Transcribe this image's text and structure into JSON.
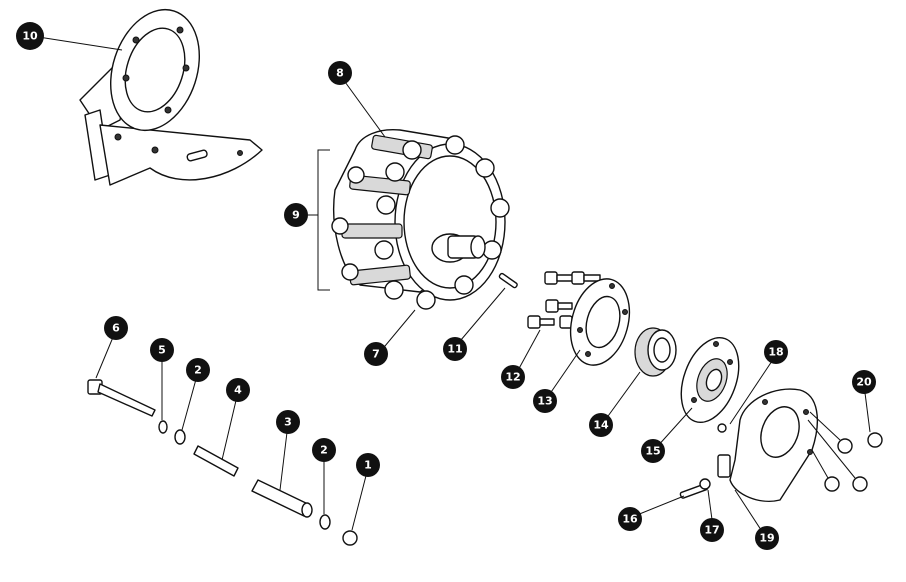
{
  "diagram": {
    "callouts": [
      {
        "id": "c1",
        "label": "1"
      },
      {
        "id": "c2a",
        "label": "2"
      },
      {
        "id": "c2b",
        "label": "2"
      },
      {
        "id": "c3",
        "label": "3"
      },
      {
        "id": "c4",
        "label": "4"
      },
      {
        "id": "c5",
        "label": "5"
      },
      {
        "id": "c6",
        "label": "6"
      },
      {
        "id": "c7",
        "label": "7"
      },
      {
        "id": "c8",
        "label": "8"
      },
      {
        "id": "c9",
        "label": "9"
      },
      {
        "id": "c10",
        "label": "10"
      },
      {
        "id": "c11",
        "label": "11"
      },
      {
        "id": "c12",
        "label": "12"
      },
      {
        "id": "c13",
        "label": "13"
      },
      {
        "id": "c14",
        "label": "14"
      },
      {
        "id": "c15",
        "label": "15"
      },
      {
        "id": "c16",
        "label": "16"
      },
      {
        "id": "c17",
        "label": "17"
      },
      {
        "id": "c18",
        "label": "18"
      },
      {
        "id": "c19",
        "label": "19"
      },
      {
        "id": "c20",
        "label": "20"
      }
    ]
  },
  "colors": {
    "ink": "#111111",
    "paper": "#ffffff",
    "shade": "#d9d9d9"
  }
}
